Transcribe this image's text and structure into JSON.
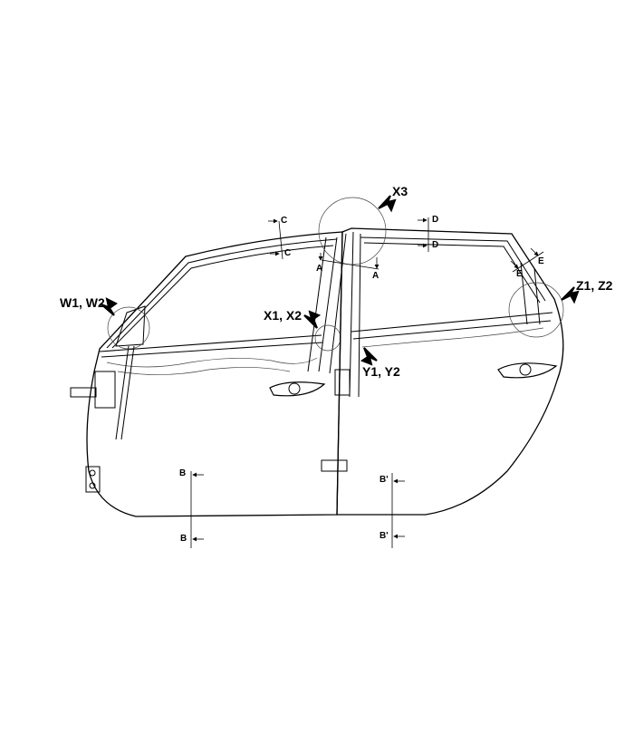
{
  "callouts": {
    "w": "W1, W2",
    "x": "X1, X2",
    "x3": "X3",
    "y": "Y1, Y2",
    "z": "Z1, Z2"
  },
  "sections": {
    "a_top": "A",
    "a_bottom": "A",
    "b_top": "B",
    "b_bottom": "B",
    "bp_top": "B'",
    "bp_bottom": "B'",
    "c_top": "C",
    "c_bottom": "C",
    "d_top": "D",
    "d_bottom": "D",
    "e_top": "E",
    "e_bottom": "E"
  },
  "colors": {
    "line": "#000000",
    "background": "#ffffff"
  }
}
